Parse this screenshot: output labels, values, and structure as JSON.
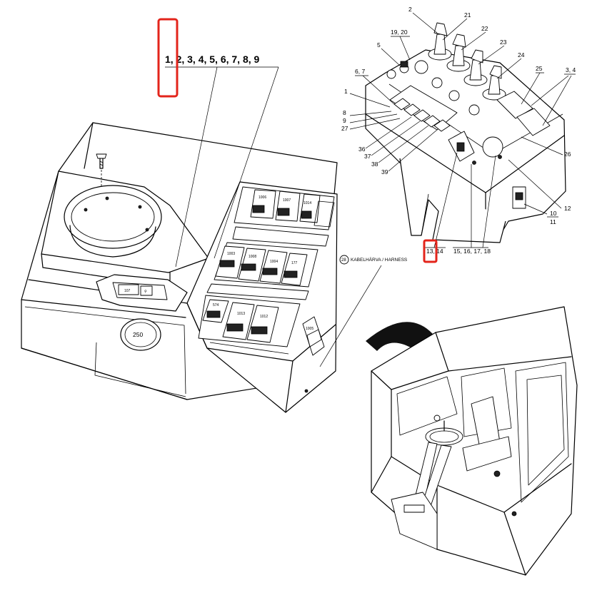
{
  "main_label": "1, 2, 3, 4, 5, 6, 7, 8, 9",
  "panel_switches": {
    "row1": [
      "1006",
      "1007",
      "1014"
    ],
    "row2": [
      "1003",
      "1008",
      "1004",
      "177"
    ],
    "row3": [
      "574",
      "1013",
      "1012"
    ],
    "side": "1005",
    "hatch": "107",
    "cover": "250"
  },
  "callouts": {
    "c2": "2",
    "c21": "21",
    "c1920": "19, 20",
    "c22": "22",
    "c5": "5",
    "c23": "23",
    "c24": "24",
    "c25": "25",
    "c34": "3, 4",
    "c67": "6, 7",
    "c1": "1",
    "c8": "8",
    "c9": "9",
    "c27": "27",
    "c26": "26",
    "c36": "36",
    "c37": "37",
    "c38": "38",
    "c39": "39",
    "c12": "12",
    "c10": "10",
    "c11": "11",
    "c1314": "13, 14",
    "c15": "15, 16, 17, 18"
  },
  "harness": {
    "number": "28",
    "label": "KABELHÄRVA / HARNESS"
  },
  "highlight_color": "#e3241b"
}
